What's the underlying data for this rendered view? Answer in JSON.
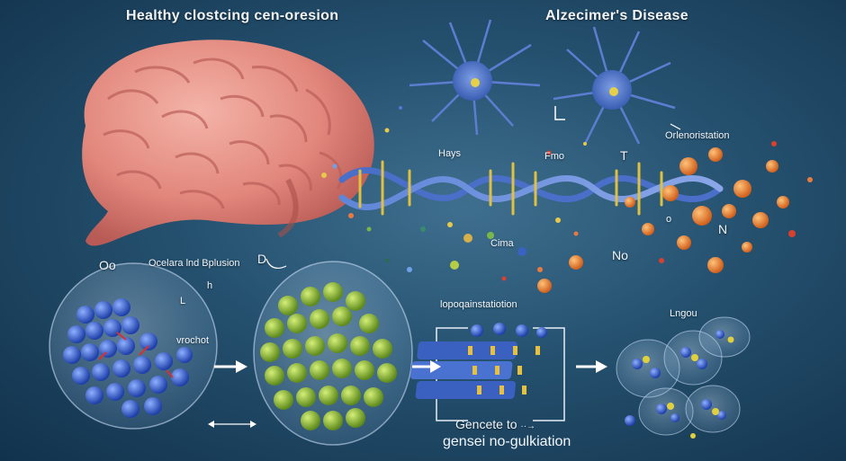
{
  "labels": {
    "healthy_title": "Healthy clostcing cen-oresion",
    "alz_title": "Alzecimer's Disease",
    "orlenor": "Orlenoristation",
    "hays": "Hays",
    "fmo": "Fmo",
    "t_mark": "T",
    "o_mark": "o",
    "cima": "Cima",
    "no": "No",
    "n_mark": "N",
    "oo": "Oo",
    "d_mark": "D",
    "ocelara": "Ocelara lnd Bplusion",
    "h_mark": "h",
    "l_mark": "L",
    "vrochot": "vrochot",
    "lopoga": "lopoqainstatiotion",
    "lngou": "Lngou",
    "gencete": "Gencete to",
    "gencete_arrow": "··→",
    "gensei": "gensei no-gulkiation"
  }
}
